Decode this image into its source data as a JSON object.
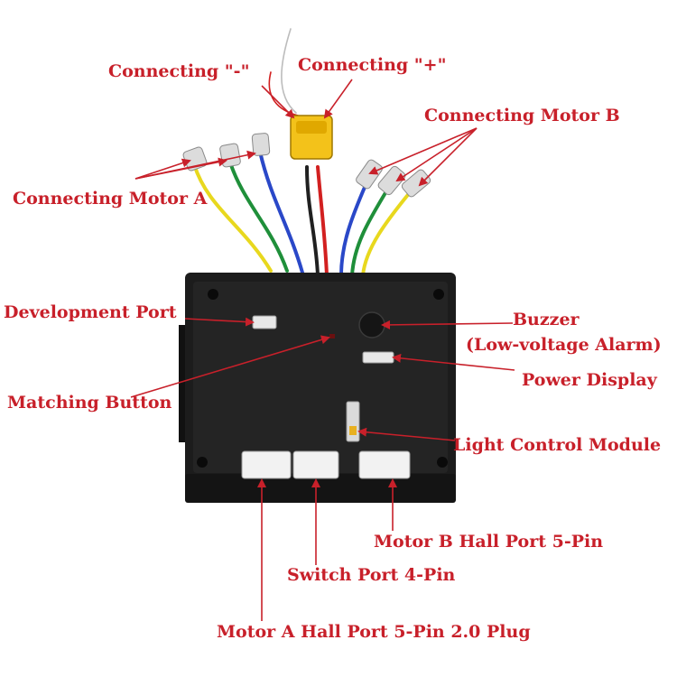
{
  "colors": {
    "label": "#c8202a",
    "arrow": "#c8202a",
    "board": "#1c1c1c",
    "wire_yellow": "#e8d81e",
    "wire_green": "#1f8f3a",
    "wire_blue": "#2a48c8",
    "wire_red": "#d22020",
    "connector": "#f3c21a"
  },
  "labels": {
    "connecting_minus": "Connecting \"-\"",
    "connecting_plus": "Connecting \"+\"",
    "connecting_motor_b": "Connecting Motor B",
    "connecting_motor_a": "Connecting Motor A",
    "development_port": "Development Port",
    "buzzer": "Buzzer",
    "low_voltage_alarm": "(Low-voltage Alarm)",
    "power_display": "Power Display",
    "matching_button": "Matching Button",
    "light_control_module": "Light Control Module",
    "motor_b_hall_port": "Motor B Hall Port 5-Pin",
    "switch_port": "Switch Port 4-Pin",
    "motor_a_hall_port": "Motor A Hall Port 5-Pin 2.0 Plug"
  }
}
